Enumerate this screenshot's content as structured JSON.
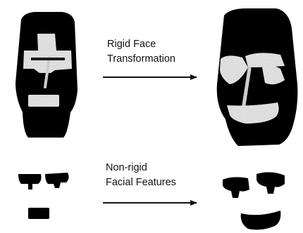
{
  "rigid_section": {
    "label_line1": "Rigid Face",
    "label_line2": "Transformation"
  },
  "nonrigid_section": {
    "label_line1": "Non-rigid",
    "label_line2": "Facial Features"
  },
  "colors": {
    "background": "#ffffff",
    "ink": "#111111",
    "feature_white": "#f2f2f2"
  }
}
